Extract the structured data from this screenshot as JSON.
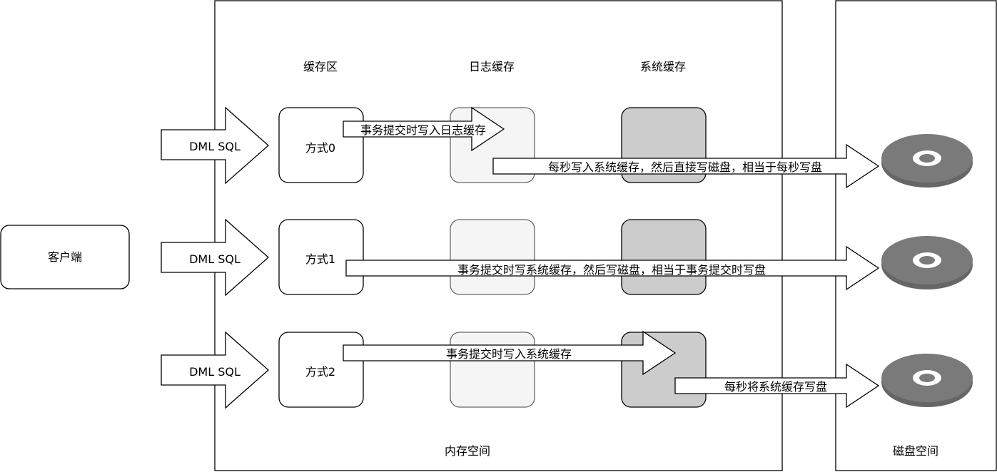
{
  "client": {
    "label": "客户端"
  },
  "memory": {
    "label": "内存空间",
    "columns": {
      "buffer": "缓存区",
      "log_cache": "日志缓存",
      "system_cache": "系统缓存"
    }
  },
  "disk": {
    "label": "磁盘空间"
  },
  "rows": [
    {
      "input_label": "DML SQL",
      "mode_label": "方式0",
      "arrow_a": "事务提交时写入日志缓存",
      "arrow_b": "每秒写入系统缓存，然后直接写磁盘，相当于每秒写盘"
    },
    {
      "input_label": "DML SQL",
      "mode_label": "方式1",
      "arrow_a": "事务提交时写系统缓存，然后写磁盘，相当于事务提交时写盘"
    },
    {
      "input_label": "DML SQL",
      "mode_label": "方式2",
      "arrow_a": "事务提交时写入系统缓存",
      "arrow_b": "每秒将系统缓存写盘"
    }
  ],
  "colors": {
    "stroke": "#000000",
    "log_cache_fill": "#f5f5f5",
    "log_cache_stroke": "#666666",
    "system_cache_fill": "#cccccc",
    "disk_fill": "#666666",
    "disk_top": "#7a7a7a"
  }
}
